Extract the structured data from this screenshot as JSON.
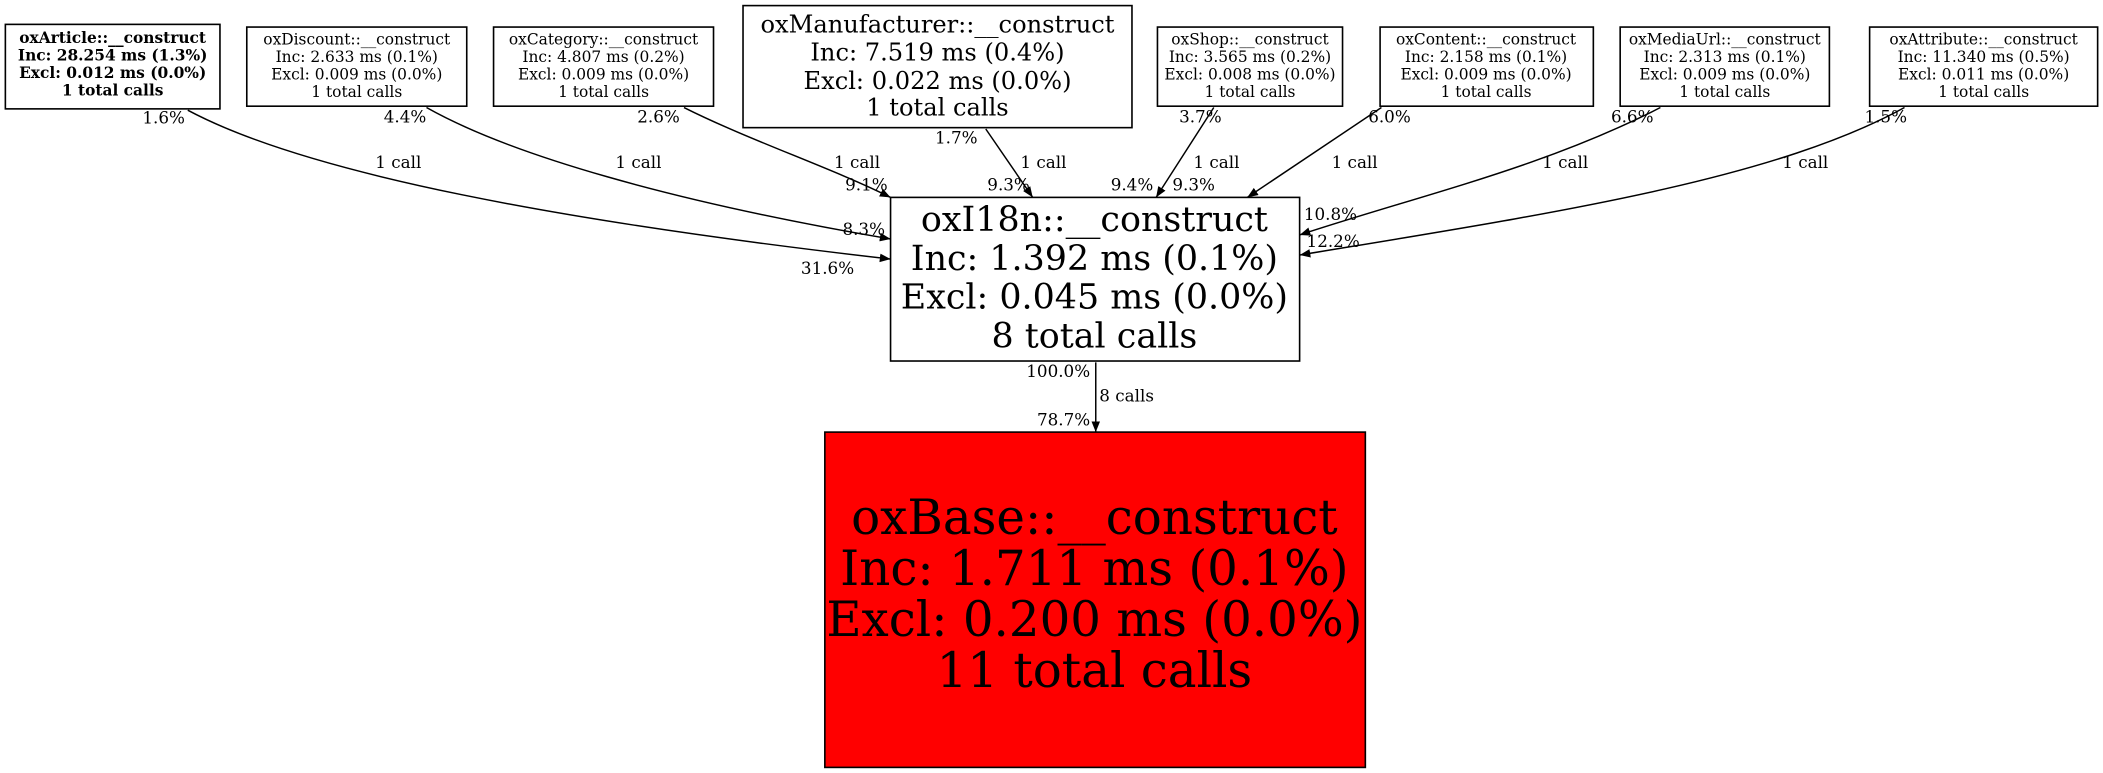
{
  "nodes": {
    "article": {
      "name": "oxArticle::__construct",
      "inc": "Inc: 28.254 ms (1.3%)",
      "excl": "Excl: 0.012 ms (0.0%)",
      "calls": "1 total calls"
    },
    "discount": {
      "name": "oxDiscount::__construct",
      "inc": "Inc: 2.633 ms (0.1%)",
      "excl": "Excl: 0.009 ms (0.0%)",
      "calls": "1 total calls"
    },
    "category": {
      "name": "oxCategory::__construct",
      "inc": "Inc: 4.807 ms (0.2%)",
      "excl": "Excl: 0.009 ms (0.0%)",
      "calls": "1 total calls"
    },
    "manufacturer": {
      "name": "oxManufacturer::__construct",
      "inc": "Inc: 7.519 ms (0.4%)",
      "excl": "Excl: 0.022 ms (0.0%)",
      "calls": "1 total calls"
    },
    "shop": {
      "name": "oxShop::__construct",
      "inc": "Inc: 3.565 ms (0.2%)",
      "excl": "Excl: 0.008 ms (0.0%)",
      "calls": "1 total calls"
    },
    "content": {
      "name": "oxContent::__construct",
      "inc": "Inc: 2.158 ms (0.1%)",
      "excl": "Excl: 0.009 ms (0.0%)",
      "calls": "1 total calls"
    },
    "mediaurl": {
      "name": "oxMediaUrl::__construct",
      "inc": "Inc: 2.313 ms (0.1%)",
      "excl": "Excl: 0.009 ms (0.0%)",
      "calls": "1 total calls"
    },
    "attribute": {
      "name": "oxAttribute::__construct",
      "inc": "Inc: 11.340 ms (0.5%)",
      "excl": "Excl: 0.011 ms (0.0%)",
      "calls": "1 total calls"
    },
    "i18n": {
      "name": "oxI18n::__construct",
      "inc": "Inc: 1.392 ms (0.1%)",
      "excl": "Excl: 0.045 ms (0.0%)",
      "calls": "8 total calls"
    },
    "base": {
      "name": "oxBase::__construct",
      "inc": "Inc: 1.711 ms (0.1%)",
      "excl": "Excl: 0.200 ms (0.0%)",
      "calls": "11 total calls",
      "fill": "#ff0000"
    }
  },
  "edges": {
    "article_i18n": {
      "calls": "1 call",
      "tail": "1.6%",
      "head": "31.6%"
    },
    "discount_i18n": {
      "calls": "1 call",
      "tail": "4.4%",
      "head": "8.3%"
    },
    "category_i18n": {
      "calls": "1 call",
      "tail": "2.6%",
      "head": "9.1%"
    },
    "manufacturer_i18n": {
      "calls": "1 call",
      "tail": "1.7%",
      "head": "9.3%"
    },
    "shop_i18n": {
      "calls": "1 call",
      "tail": "3.7%",
      "head": "9.4%"
    },
    "content_i18n": {
      "calls": "1 call",
      "tail": "6.0%",
      "head": "9.3%"
    },
    "mediaurl_i18n": {
      "calls": "1 call",
      "tail": "6.6%",
      "head": "10.8%"
    },
    "attribute_i18n": {
      "calls": "1 call",
      "tail": "1.5%",
      "head": "12.2%"
    },
    "i18n_base": {
      "calls": "8 calls",
      "tail": "100.0%",
      "head": "78.7%"
    }
  }
}
